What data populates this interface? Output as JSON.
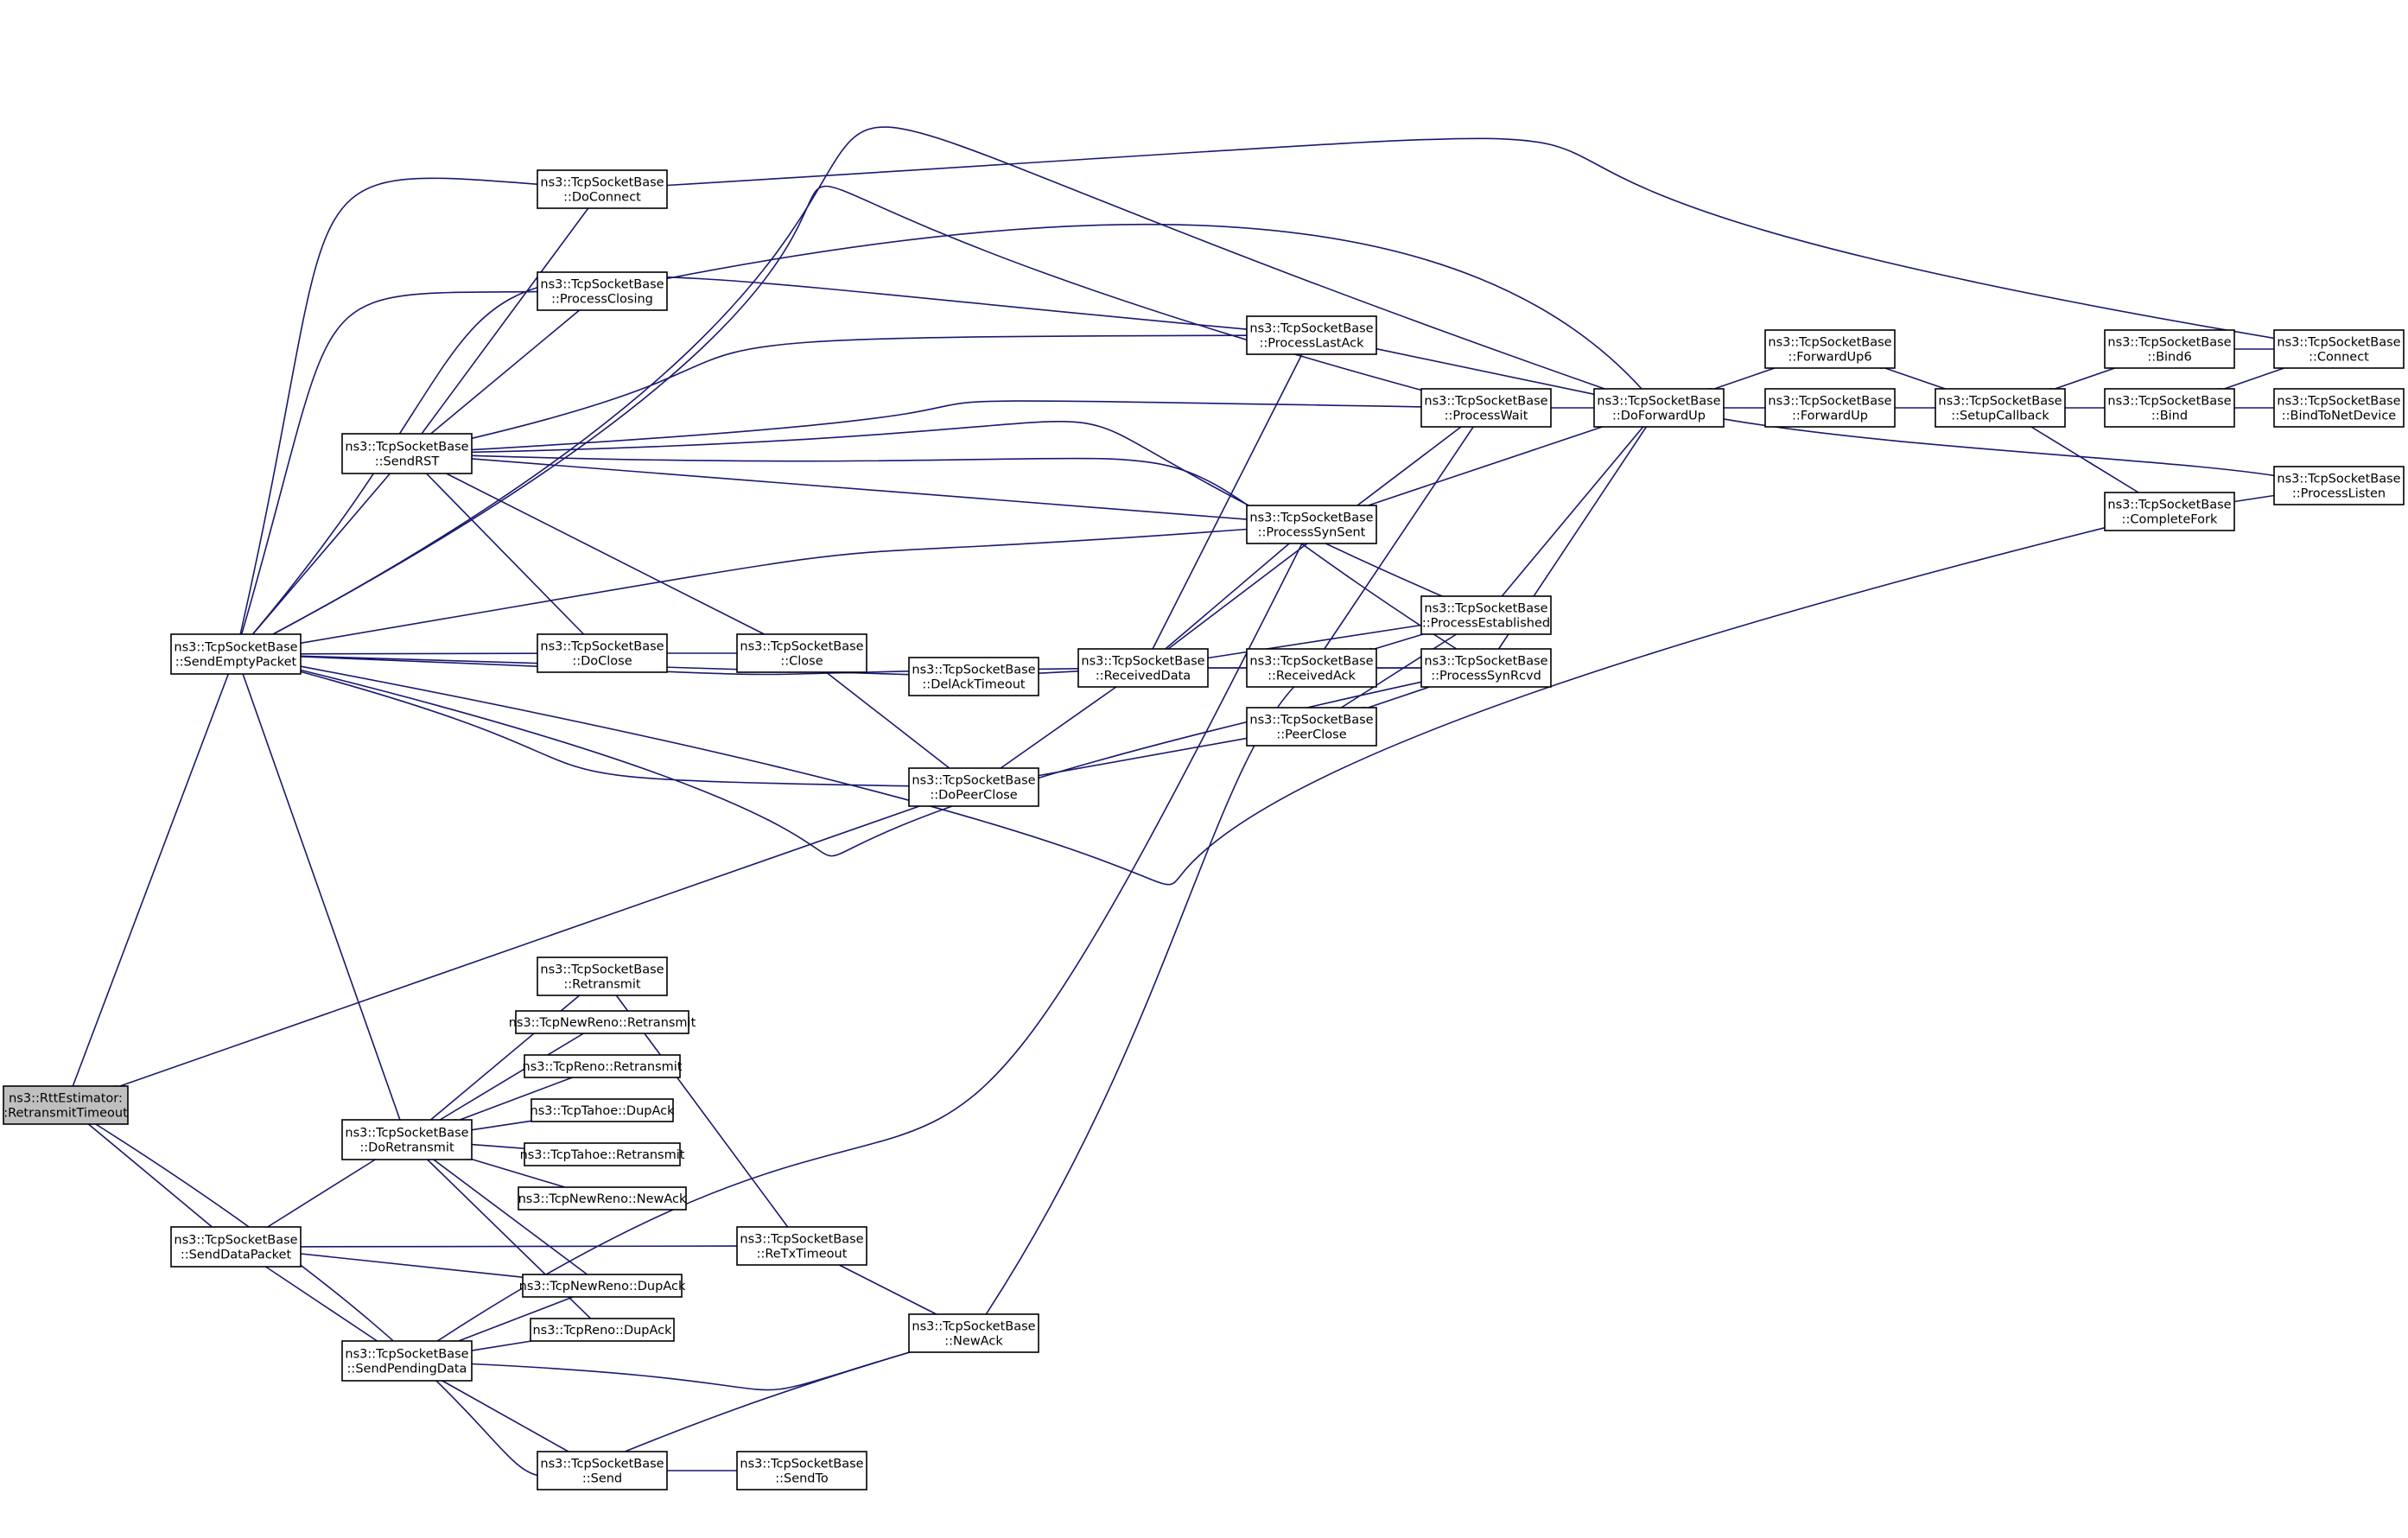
{
  "colors": {
    "edge": "#191970",
    "root_fill": "#bfbfbf",
    "node_fill": "#ffffff",
    "node_border": "#000000"
  },
  "nodes": [
    {
      "id": "rto",
      "lines": [
        "ns3::RttEstimator:",
        ":RetransmitTimeout"
      ],
      "root": true
    },
    {
      "id": "sep",
      "lines": [
        "ns3::TcpSocketBase",
        "::SendEmptyPacket"
      ]
    },
    {
      "id": "sdp",
      "lines": [
        "ns3::TcpSocketBase",
        "::SendDataPacket"
      ]
    },
    {
      "id": "srst",
      "lines": [
        "ns3::TcpSocketBase",
        "::SendRST"
      ]
    },
    {
      "id": "dretx",
      "lines": [
        "ns3::TcpSocketBase",
        "::DoRetransmit"
      ]
    },
    {
      "id": "spd",
      "lines": [
        "ns3::TcpSocketBase",
        "::SendPendingData"
      ]
    },
    {
      "id": "dconn",
      "lines": [
        "ns3::TcpSocketBase",
        "::DoConnect"
      ]
    },
    {
      "id": "pclosing",
      "lines": [
        "ns3::TcpSocketBase",
        "::ProcessClosing"
      ]
    },
    {
      "id": "dclose",
      "lines": [
        "ns3::TcpSocketBase",
        "::DoClose"
      ]
    },
    {
      "id": "retx",
      "lines": [
        "ns3::TcpSocketBase",
        "::Retransmit"
      ]
    },
    {
      "id": "nrretx",
      "lines": [
        "ns3::TcpNewReno::Retransmit"
      ]
    },
    {
      "id": "rretx",
      "lines": [
        "ns3::TcpReno::Retransmit"
      ]
    },
    {
      "id": "tdup",
      "lines": [
        "ns3::TcpTahoe::DupAck"
      ]
    },
    {
      "id": "tretx",
      "lines": [
        "ns3::TcpTahoe::Retransmit"
      ]
    },
    {
      "id": "nrnew",
      "lines": [
        "ns3::TcpNewReno::NewAck"
      ]
    },
    {
      "id": "nrdup",
      "lines": [
        "ns3::TcpNewReno::DupAck"
      ]
    },
    {
      "id": "rdup",
      "lines": [
        "ns3::TcpReno::DupAck"
      ]
    },
    {
      "id": "send",
      "lines": [
        "ns3::TcpSocketBase",
        "::Send"
      ]
    },
    {
      "id": "close",
      "lines": [
        "ns3::TcpSocketBase",
        "::Close"
      ]
    },
    {
      "id": "rtxto",
      "lines": [
        "ns3::TcpSocketBase",
        "::ReTxTimeout"
      ]
    },
    {
      "id": "sendto",
      "lines": [
        "ns3::TcpSocketBase",
        "::SendTo"
      ]
    },
    {
      "id": "delack",
      "lines": [
        "ns3::TcpSocketBase",
        "::DelAckTimeout"
      ]
    },
    {
      "id": "dpc",
      "lines": [
        "ns3::TcpSocketBase",
        "::DoPeerClose"
      ]
    },
    {
      "id": "newack",
      "lines": [
        "ns3::TcpSocketBase",
        "::NewAck"
      ]
    },
    {
      "id": "rdata",
      "lines": [
        "ns3::TcpSocketBase",
        "::ReceivedData"
      ]
    },
    {
      "id": "plast",
      "lines": [
        "ns3::TcpSocketBase",
        "::ProcessLastAck"
      ]
    },
    {
      "id": "psent",
      "lines": [
        "ns3::TcpSocketBase",
        "::ProcessSynSent"
      ]
    },
    {
      "id": "rack",
      "lines": [
        "ns3::TcpSocketBase",
        "::ReceivedAck"
      ]
    },
    {
      "id": "pclose",
      "lines": [
        "ns3::TcpSocketBase",
        "::PeerClose"
      ]
    },
    {
      "id": "pwait",
      "lines": [
        "ns3::TcpSocketBase",
        "::ProcessWait"
      ]
    },
    {
      "id": "pest",
      "lines": [
        "ns3::TcpSocketBase",
        "::ProcessEstablished"
      ]
    },
    {
      "id": "prcvd",
      "lines": [
        "ns3::TcpSocketBase",
        "::ProcessSynRcvd"
      ]
    },
    {
      "id": "dfu",
      "lines": [
        "ns3::TcpSocketBase",
        "::DoForwardUp"
      ]
    },
    {
      "id": "fu6",
      "lines": [
        "ns3::TcpSocketBase",
        "::ForwardUp6"
      ]
    },
    {
      "id": "fu",
      "lines": [
        "ns3::TcpSocketBase",
        "::ForwardUp"
      ]
    },
    {
      "id": "scb",
      "lines": [
        "ns3::TcpSocketBase",
        "::SetupCallback"
      ]
    },
    {
      "id": "bind6",
      "lines": [
        "ns3::TcpSocketBase",
        "::Bind6"
      ]
    },
    {
      "id": "bind",
      "lines": [
        "ns3::TcpSocketBase",
        "::Bind"
      ]
    },
    {
      "id": "cfork",
      "lines": [
        "ns3::TcpSocketBase",
        "::CompleteFork"
      ]
    },
    {
      "id": "connect",
      "lines": [
        "ns3::TcpSocketBase",
        "::Connect"
      ]
    },
    {
      "id": "btnd",
      "lines": [
        "ns3::TcpSocketBase",
        "::BindToNetDevice"
      ]
    },
    {
      "id": "plisten",
      "lines": [
        "ns3::TcpSocketBase",
        "::ProcessListen"
      ]
    }
  ]
}
